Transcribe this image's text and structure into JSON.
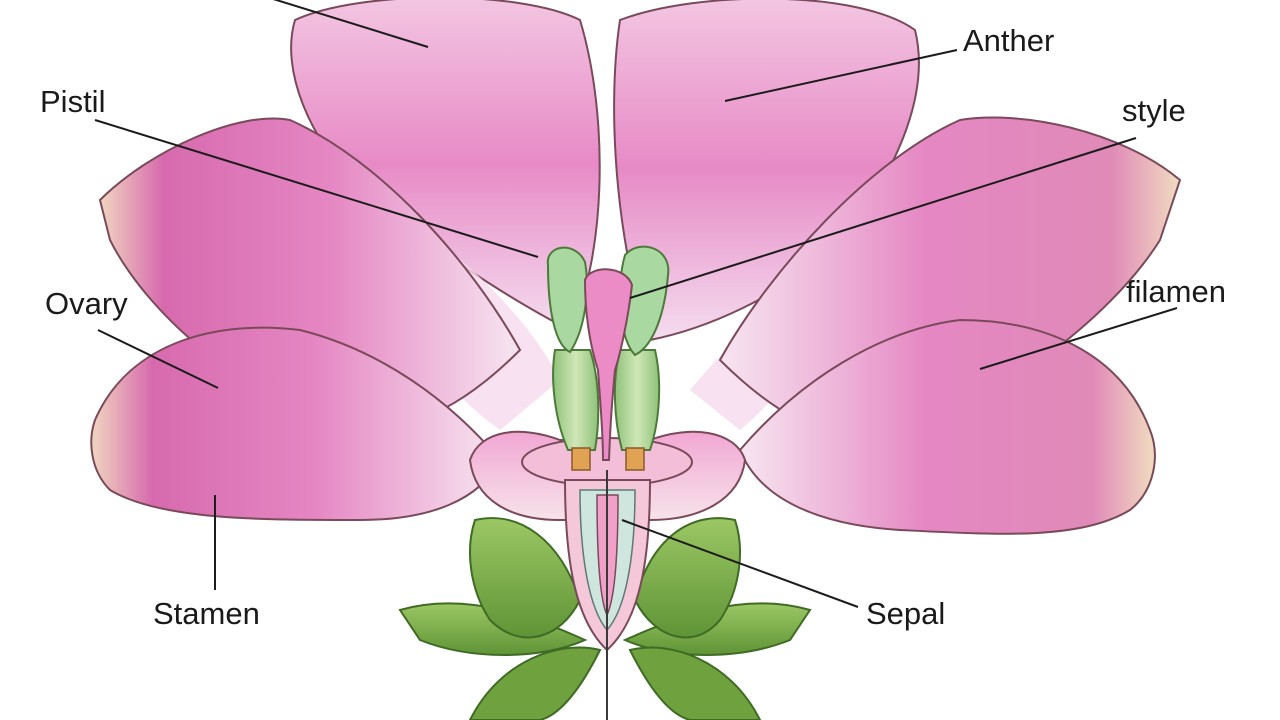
{
  "labels": {
    "anther": "Anther",
    "pistil": "Pistil",
    "style": "style",
    "ovary": "Ovary",
    "filamen": "filamen",
    "stamen": "Stamen",
    "sepal": "Sepal"
  },
  "colors": {
    "petal_pink": "#e27fbf",
    "petal_light": "#f6dcea",
    "petal_cream": "#f2dcc4",
    "sepal_green": "#7fb04a",
    "stamen_green": "#a9d08a",
    "outline": "#7a4a5a",
    "label_text": "#1a1a1a"
  }
}
